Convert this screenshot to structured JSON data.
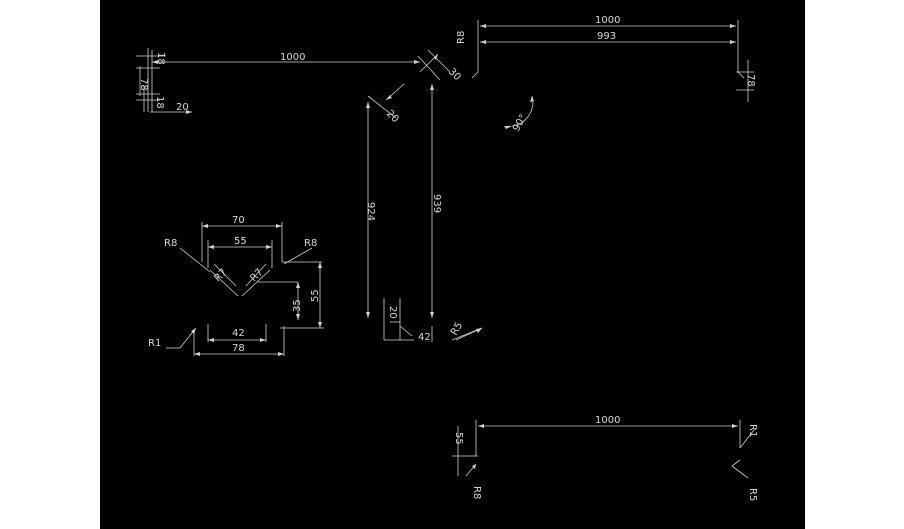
{
  "drawing": {
    "labels": {
      "top_left": {
        "len": "1000",
        "d18a": "18",
        "d78": "78",
        "d18b": "18",
        "d20": "20"
      },
      "top_right": {
        "len_outer": "1000",
        "len_inner": "993",
        "r8": "R8",
        "d78": "78"
      },
      "middle": {
        "d30": "30",
        "d20a": "20",
        "a90": "90°",
        "d924": "924",
        "d939": "939",
        "d20b": "20",
        "d42": "42",
        "r5": "R5"
      },
      "profile": {
        "d70": "70",
        "d55a": "55",
        "r8l": "R8",
        "r8r": "R8",
        "r7l": "R7",
        "r7r": "R7",
        "d35": "35",
        "d55b": "55",
        "r1": "R1",
        "d42": "42",
        "d78": "78"
      },
      "bottom": {
        "len": "1000",
        "d55": "55",
        "r8": "R8",
        "r1": "R1",
        "r5": "R5"
      }
    }
  }
}
